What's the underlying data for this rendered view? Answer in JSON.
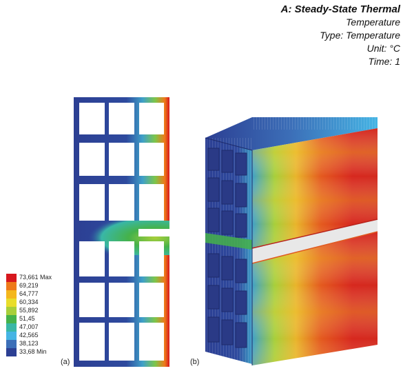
{
  "header": {
    "title": "A: Steady-State Thermal",
    "line2": "Temperature",
    "line3": "Type: Temperature",
    "line4": "Unit: °C",
    "line5": "Time: 1"
  },
  "legend": {
    "entries": [
      {
        "label": "73,661 Max",
        "color": "#d7181e"
      },
      {
        "label": "69,219",
        "color": "#ee7a1a"
      },
      {
        "label": "64,777",
        "color": "#f4b71c"
      },
      {
        "label": "60,334",
        "color": "#e9dd2a"
      },
      {
        "label": "55,892",
        "color": "#a8cf3a"
      },
      {
        "label": "51,45",
        "color": "#45b24a"
      },
      {
        "label": "47,007",
        "color": "#39b7a6"
      },
      {
        "label": "42,565",
        "color": "#45b4e4"
      },
      {
        "label": "38,123",
        "color": "#3c6fb8"
      },
      {
        "label": "33,68 Min",
        "color": "#2c3f93"
      }
    ]
  },
  "panels": {
    "a": "(a)",
    "b": "(b)"
  },
  "colors": {
    "cold": "#2c3f93",
    "hot": "#d7181e",
    "mid": "#45b24a"
  }
}
